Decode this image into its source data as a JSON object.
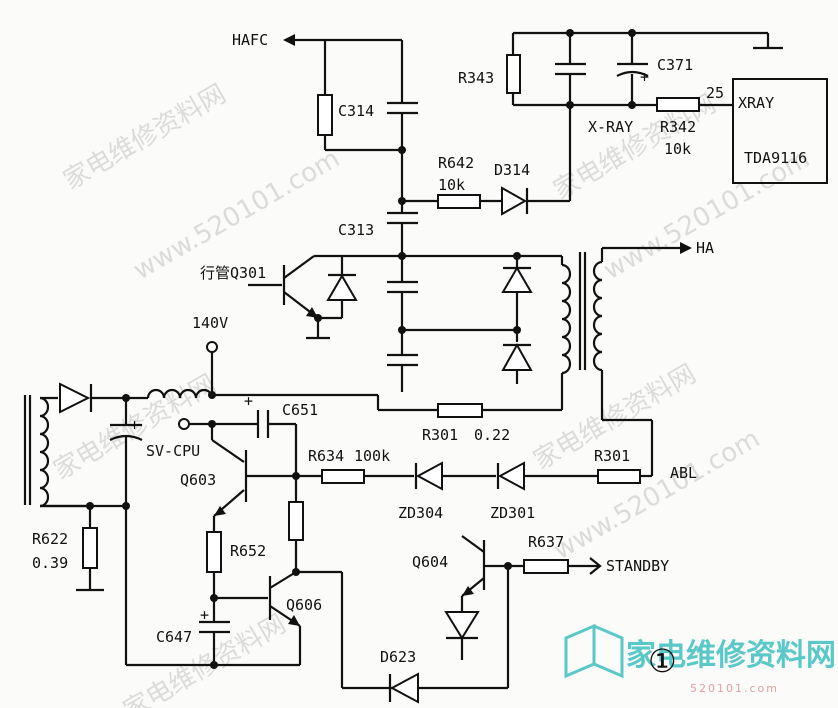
{
  "labels": {
    "hafc": "HAFC",
    "c314": "C314",
    "r343": "R343",
    "c371": "C371",
    "x_ray": "X-RAY",
    "r342": "R342",
    "r342_val": "10k",
    "pin25": "25",
    "xray": "XRAY",
    "tda": "TDA9116",
    "r642": "R642",
    "r642_val": "10k",
    "d314": "D314",
    "c313": "C313",
    "q301": "行管Q301",
    "ha": "HA",
    "v140": "140V",
    "c651": "C651",
    "r301a": "R301",
    "r301a_val": "0.22",
    "sv_cpu": "SV-CPU",
    "q603": "Q603",
    "r634": "R634",
    "r634_val": "100k",
    "r301b": "R301",
    "abl": "ABL",
    "zd304": "ZD304",
    "zd301": "ZD301",
    "r622": "R622",
    "r622_val": "0.39",
    "r652": "R652",
    "q606": "Q606",
    "q604": "Q604",
    "r637": "R637",
    "standby": "STANDBY",
    "c647": "C647",
    "d623": "D623",
    "cap_plus": "+",
    "figure_no": "①"
  },
  "watermark": {
    "brand": "家电维修资料网",
    "url": "www.520101.com",
    "logo_url": "520101.com"
  }
}
